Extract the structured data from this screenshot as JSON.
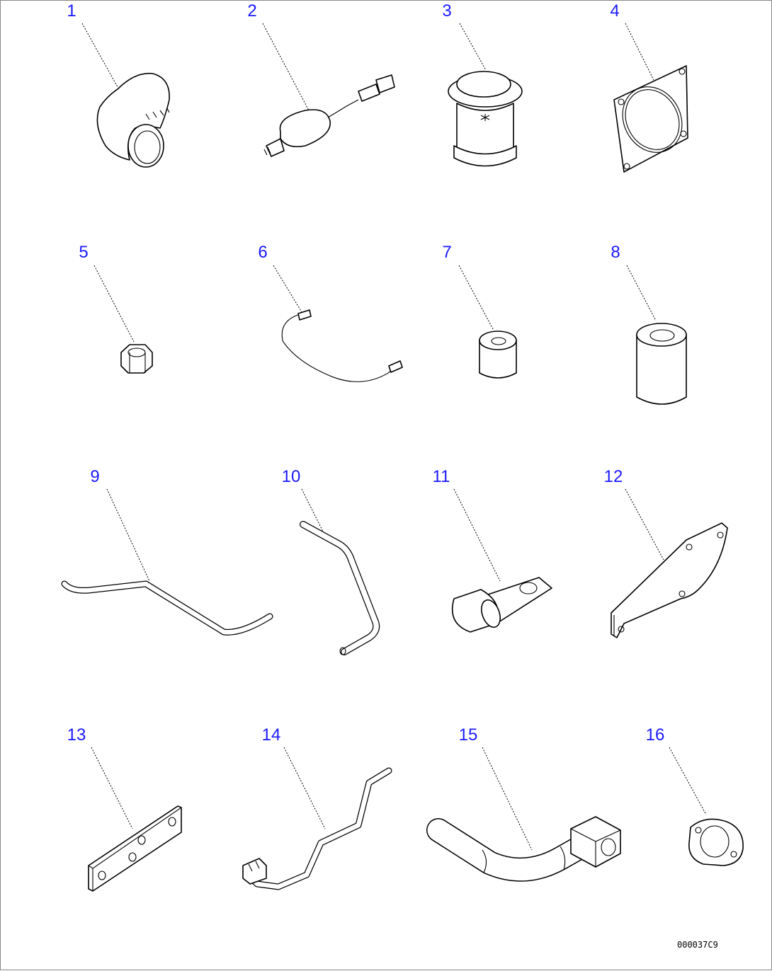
{
  "callouts": [
    "1",
    "2",
    "3",
    "4",
    "5",
    "6",
    "7",
    "8",
    "9",
    "10",
    "11",
    "12",
    "13",
    "14",
    "15",
    "16"
  ],
  "drawing_code": "000037C9",
  "colors": {
    "callout": "#1a1aff",
    "line": "#000000",
    "paper": "#ffffff"
  }
}
